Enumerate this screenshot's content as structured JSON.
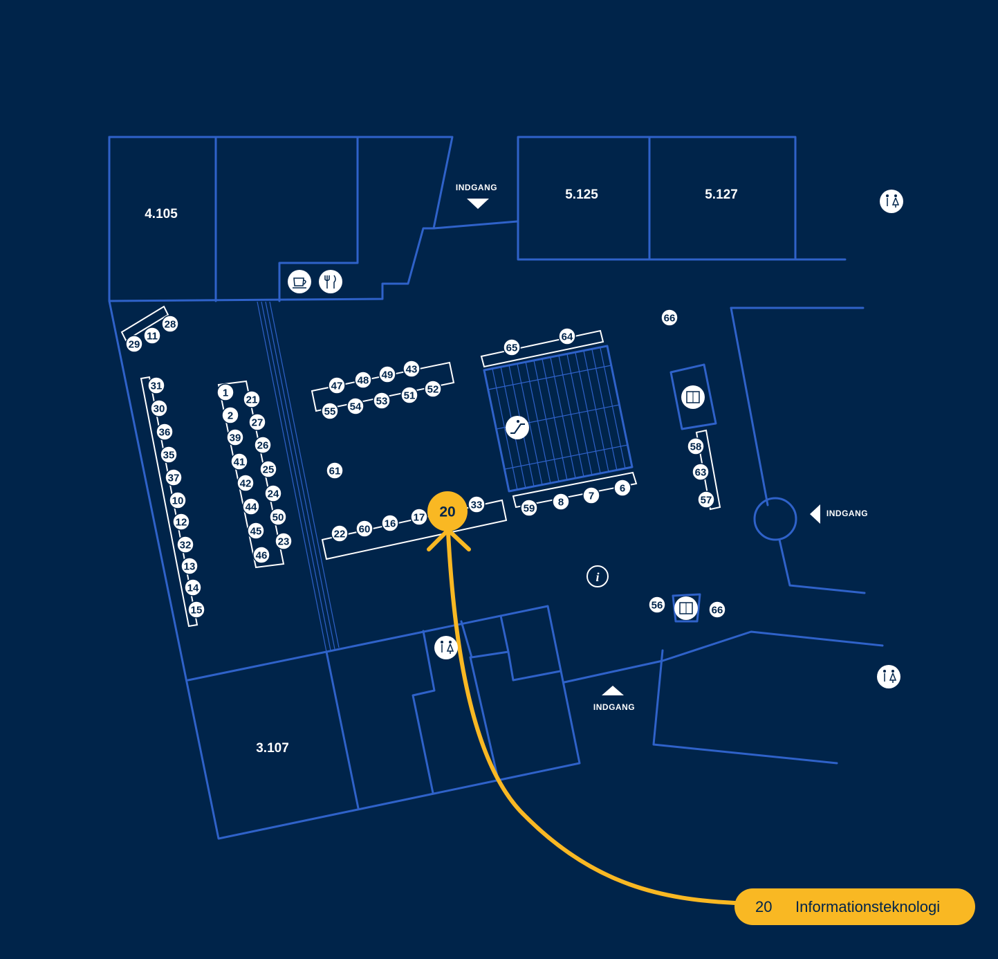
{
  "rooms": [
    {
      "id": "r4105",
      "label": "4.105"
    },
    {
      "id": "r5125",
      "label": "5.125"
    },
    {
      "id": "r5127",
      "label": "5.127"
    },
    {
      "id": "r3107",
      "label": "3.107"
    }
  ],
  "entrances": [
    {
      "id": "north",
      "label": "INDGANG"
    },
    {
      "id": "east",
      "label": "INDGANG"
    },
    {
      "id": "south",
      "label": "INDGANG"
    }
  ],
  "booths": [
    "1",
    "2",
    "6",
    "7",
    "8",
    "10",
    "11",
    "12",
    "13",
    "14",
    "15",
    "16",
    "17",
    "21",
    "22",
    "23",
    "24",
    "25",
    "26",
    "27",
    "28",
    "29",
    "30",
    "31",
    "32",
    "33",
    "35",
    "36",
    "37",
    "39",
    "41",
    "42",
    "43",
    "44",
    "45",
    "46",
    "47",
    "48",
    "49",
    "50",
    "51",
    "52",
    "53",
    "54",
    "55",
    "56",
    "57",
    "58",
    "59",
    "60",
    "61",
    "63",
    "64",
    "65",
    "66",
    "66"
  ],
  "highlight": {
    "number": "20",
    "name": "Informationsteknologi",
    "color": "#f9b823"
  },
  "colors": {
    "background": "#00244a",
    "walls": "#2f62c9",
    "accent": "#f9b823"
  },
  "icons": [
    "coffee-icon",
    "restaurant-icon",
    "toilet-icon",
    "elevator-icon",
    "escalator-icon",
    "info-icon"
  ]
}
